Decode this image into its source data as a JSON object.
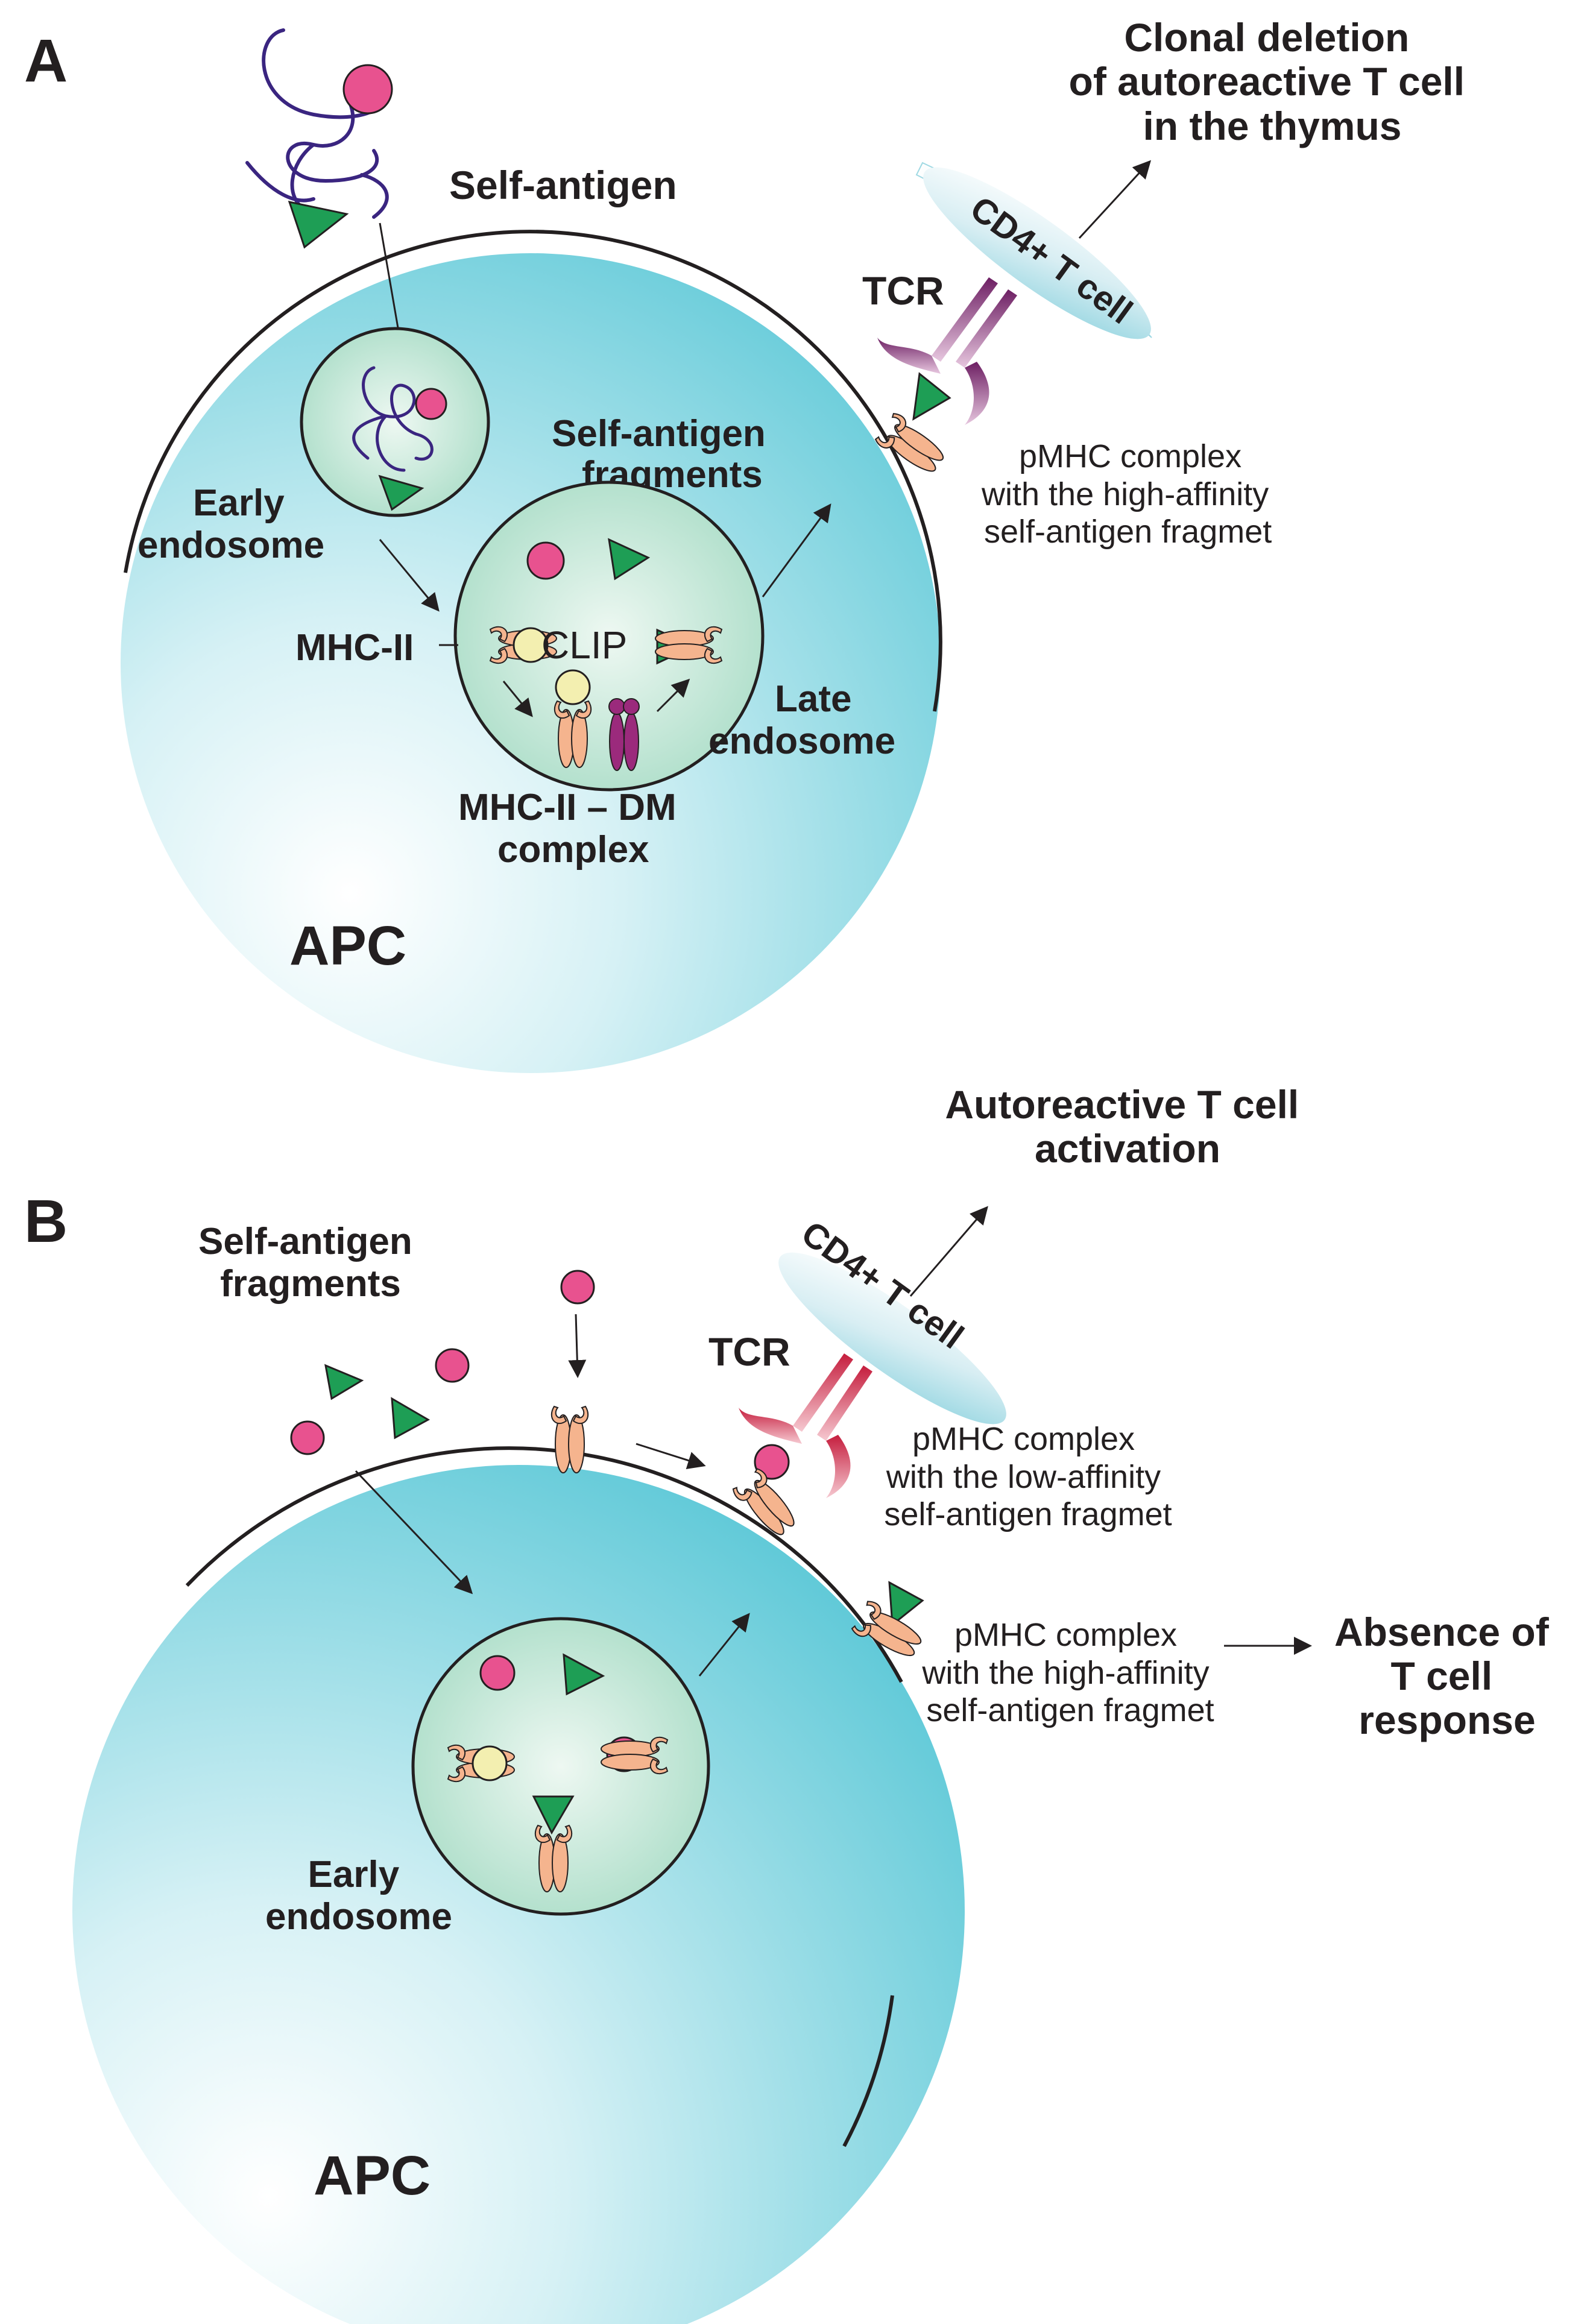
{
  "panel_a": {
    "letter": "A",
    "self_antigen": "Self-antigen",
    "early_endosome": [
      "Early",
      "endosome"
    ],
    "fragments": [
      "Self-antigen",
      "fragments"
    ],
    "mhc2": "MHC-II",
    "clip": "CLIP",
    "late_endosome": [
      "Late",
      "endosome"
    ],
    "dm_complex": [
      "MHC-II – DM",
      "complex"
    ],
    "apc": "APC",
    "tcr": "TCR",
    "tcell": "CD4+ T cell",
    "pmhc": [
      "pMHC complex",
      "with the high-affinity",
      "self-antigen fragmet"
    ],
    "outcome": [
      "Clonal deletion",
      "of autoreactive T cell",
      "in the thymus"
    ]
  },
  "panel_b": {
    "letter": "B",
    "fragments": [
      "Self-antigen",
      "fragments"
    ],
    "early_endosome": [
      "Early",
      "endosome"
    ],
    "apc": "APC",
    "tcr": "TCR",
    "tcell": "CD4+ T cell",
    "pmhc_low": [
      "pMHC complex",
      "with the low-affinity",
      "self-antigen fragmet"
    ],
    "pmhc_high": [
      "pMHC complex",
      "with the high-affinity",
      "self-antigen fragmet"
    ],
    "outcome_top": [
      "Autoreactive T cell",
      "activation"
    ],
    "outcome_right": [
      "Absence of",
      "T cell",
      "response"
    ]
  },
  "colors": {
    "cell_fill": "#5cc8d7",
    "endosome_fill": "#a8dcc6",
    "mhc": "#f5b48e",
    "pink": "#e8528f",
    "green": "#1e9e55",
    "clip": "#f3efb0",
    "dm": "#9b2a7c",
    "tcr_a": "#8b2a7a",
    "tcr_b": "#d8344f",
    "protein_chain": "#3a2580"
  },
  "icons": [
    "pink-circle-icon",
    "green-triangle-icon",
    "mhc-ii-icon",
    "tcr-icon",
    "hla-dm-icon",
    "arrow-icon"
  ]
}
